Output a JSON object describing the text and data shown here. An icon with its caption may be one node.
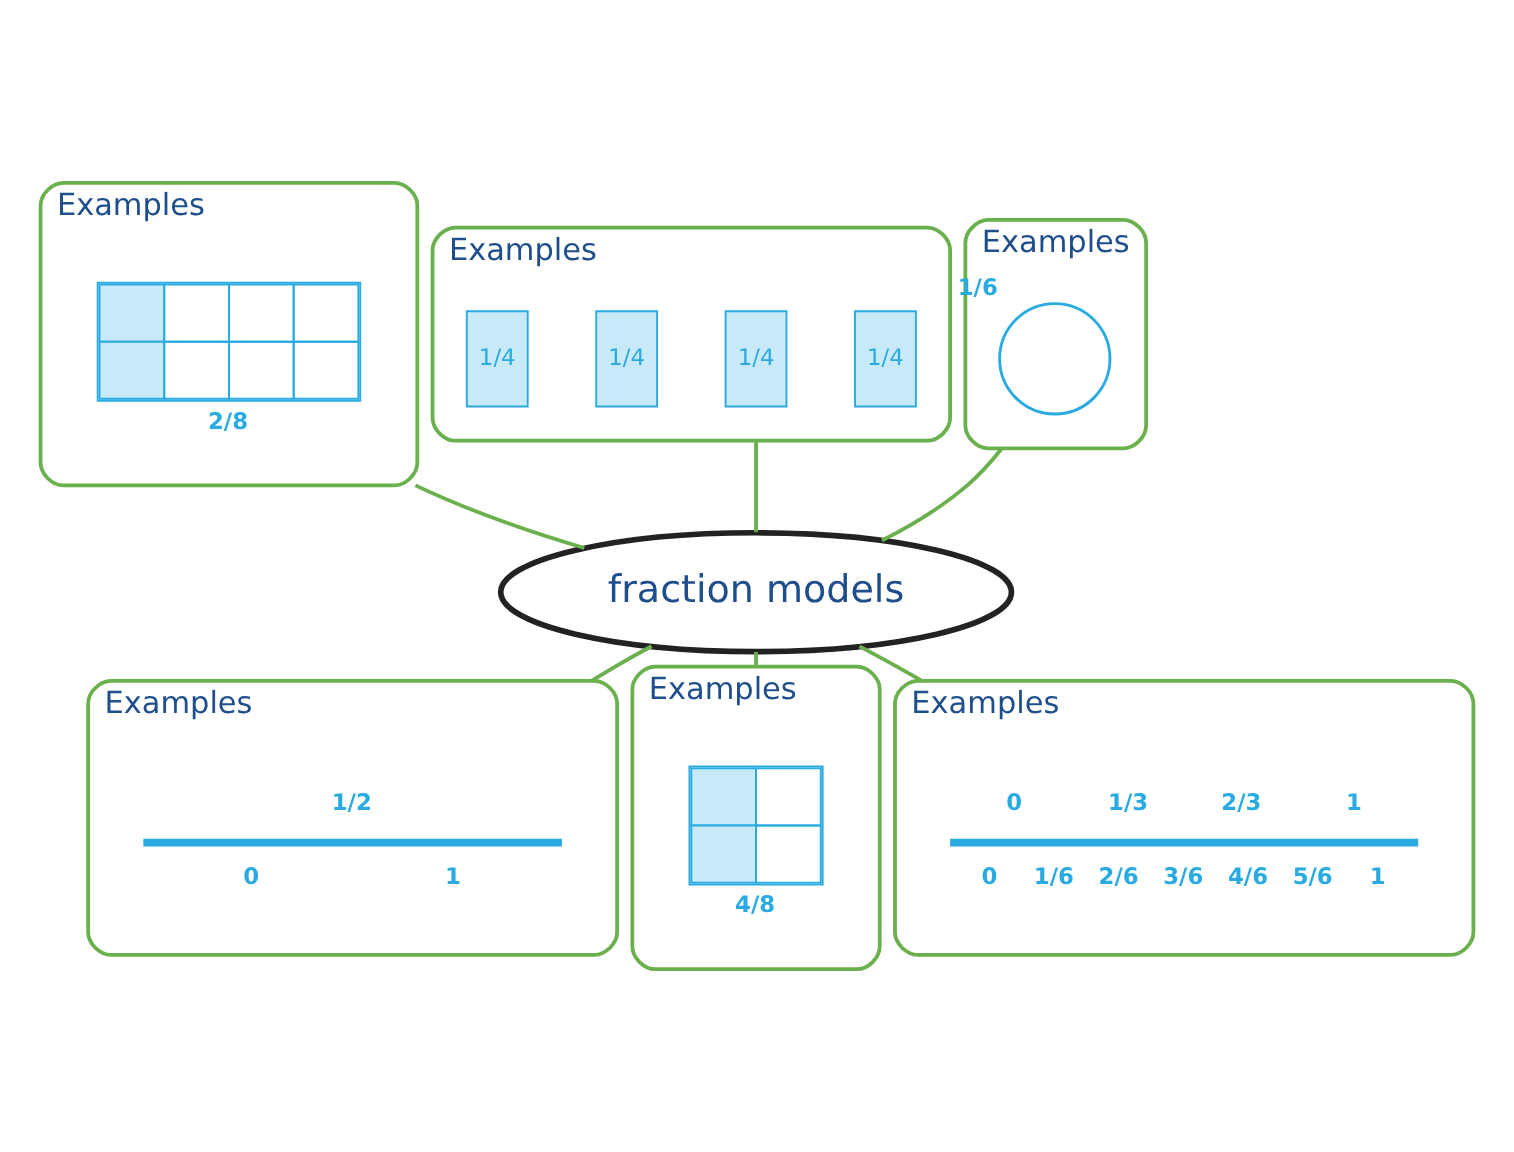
{
  "diagram": {
    "nodes": [
      {
        "text": [
          "fraction models"
        ]
      },
      {
        "text": [
          "Examples"
        ]
      },
      {
        "text": [
          "1/4"
        ],
        "in": 1
      },
      {
        "text": [
          "1/4"
        ],
        "in": 1
      },
      {
        "text": [
          "1/4"
        ],
        "in": 1
      },
      {
        "text": [
          "1/4"
        ],
        "in": 1
      },
      {
        "text": [
          "Examples"
        ]
      },
      {
        "text": [],
        "shape": "box",
        "in": 6,
        "beside": [
          "2/8"
        ]
      },
      {
        "text": [
          "Examples"
        ]
      },
      {
        "text": [],
        "shape": "circle",
        "in": 8,
        "beside": [
          "1/6"
        ]
      },
      {
        "text": [
          "Examples"
        ]
      },
      {
        "text": [],
        "shape": "bar",
        "in": 10,
        "beside": [
          "1/2",
          "0",
          "1"
        ]
      },
      {
        "text": [
          "Examples"
        ]
      },
      {
        "text": [],
        "shape": "box",
        "in": 12,
        "beside": [
          "4/8"
        ]
      },
      {
        "text": [
          "Examples"
        ]
      },
      {
        "text": [],
        "shape": "bar",
        "in": 14,
        "beside": [
          "0",
          "1/3",
          "2/3",
          "1",
          "0",
          "1/6",
          "2/6",
          "3/6",
          "4/6",
          "5/6",
          "1"
        ]
      }
    ],
    "edges": [
      {
        "from": 0,
        "to": 1,
        "arrow": "none"
      },
      {
        "from": 0,
        "to": 6,
        "arrow": "none"
      },
      {
        "from": 0,
        "to": 8,
        "arrow": "none"
      },
      {
        "from": 0,
        "to": 10,
        "arrow": "none"
      },
      {
        "from": 0,
        "to": 12,
        "arrow": "none"
      },
      {
        "from": 0,
        "to": 14,
        "arrow": "none"
      }
    ]
  }
}
